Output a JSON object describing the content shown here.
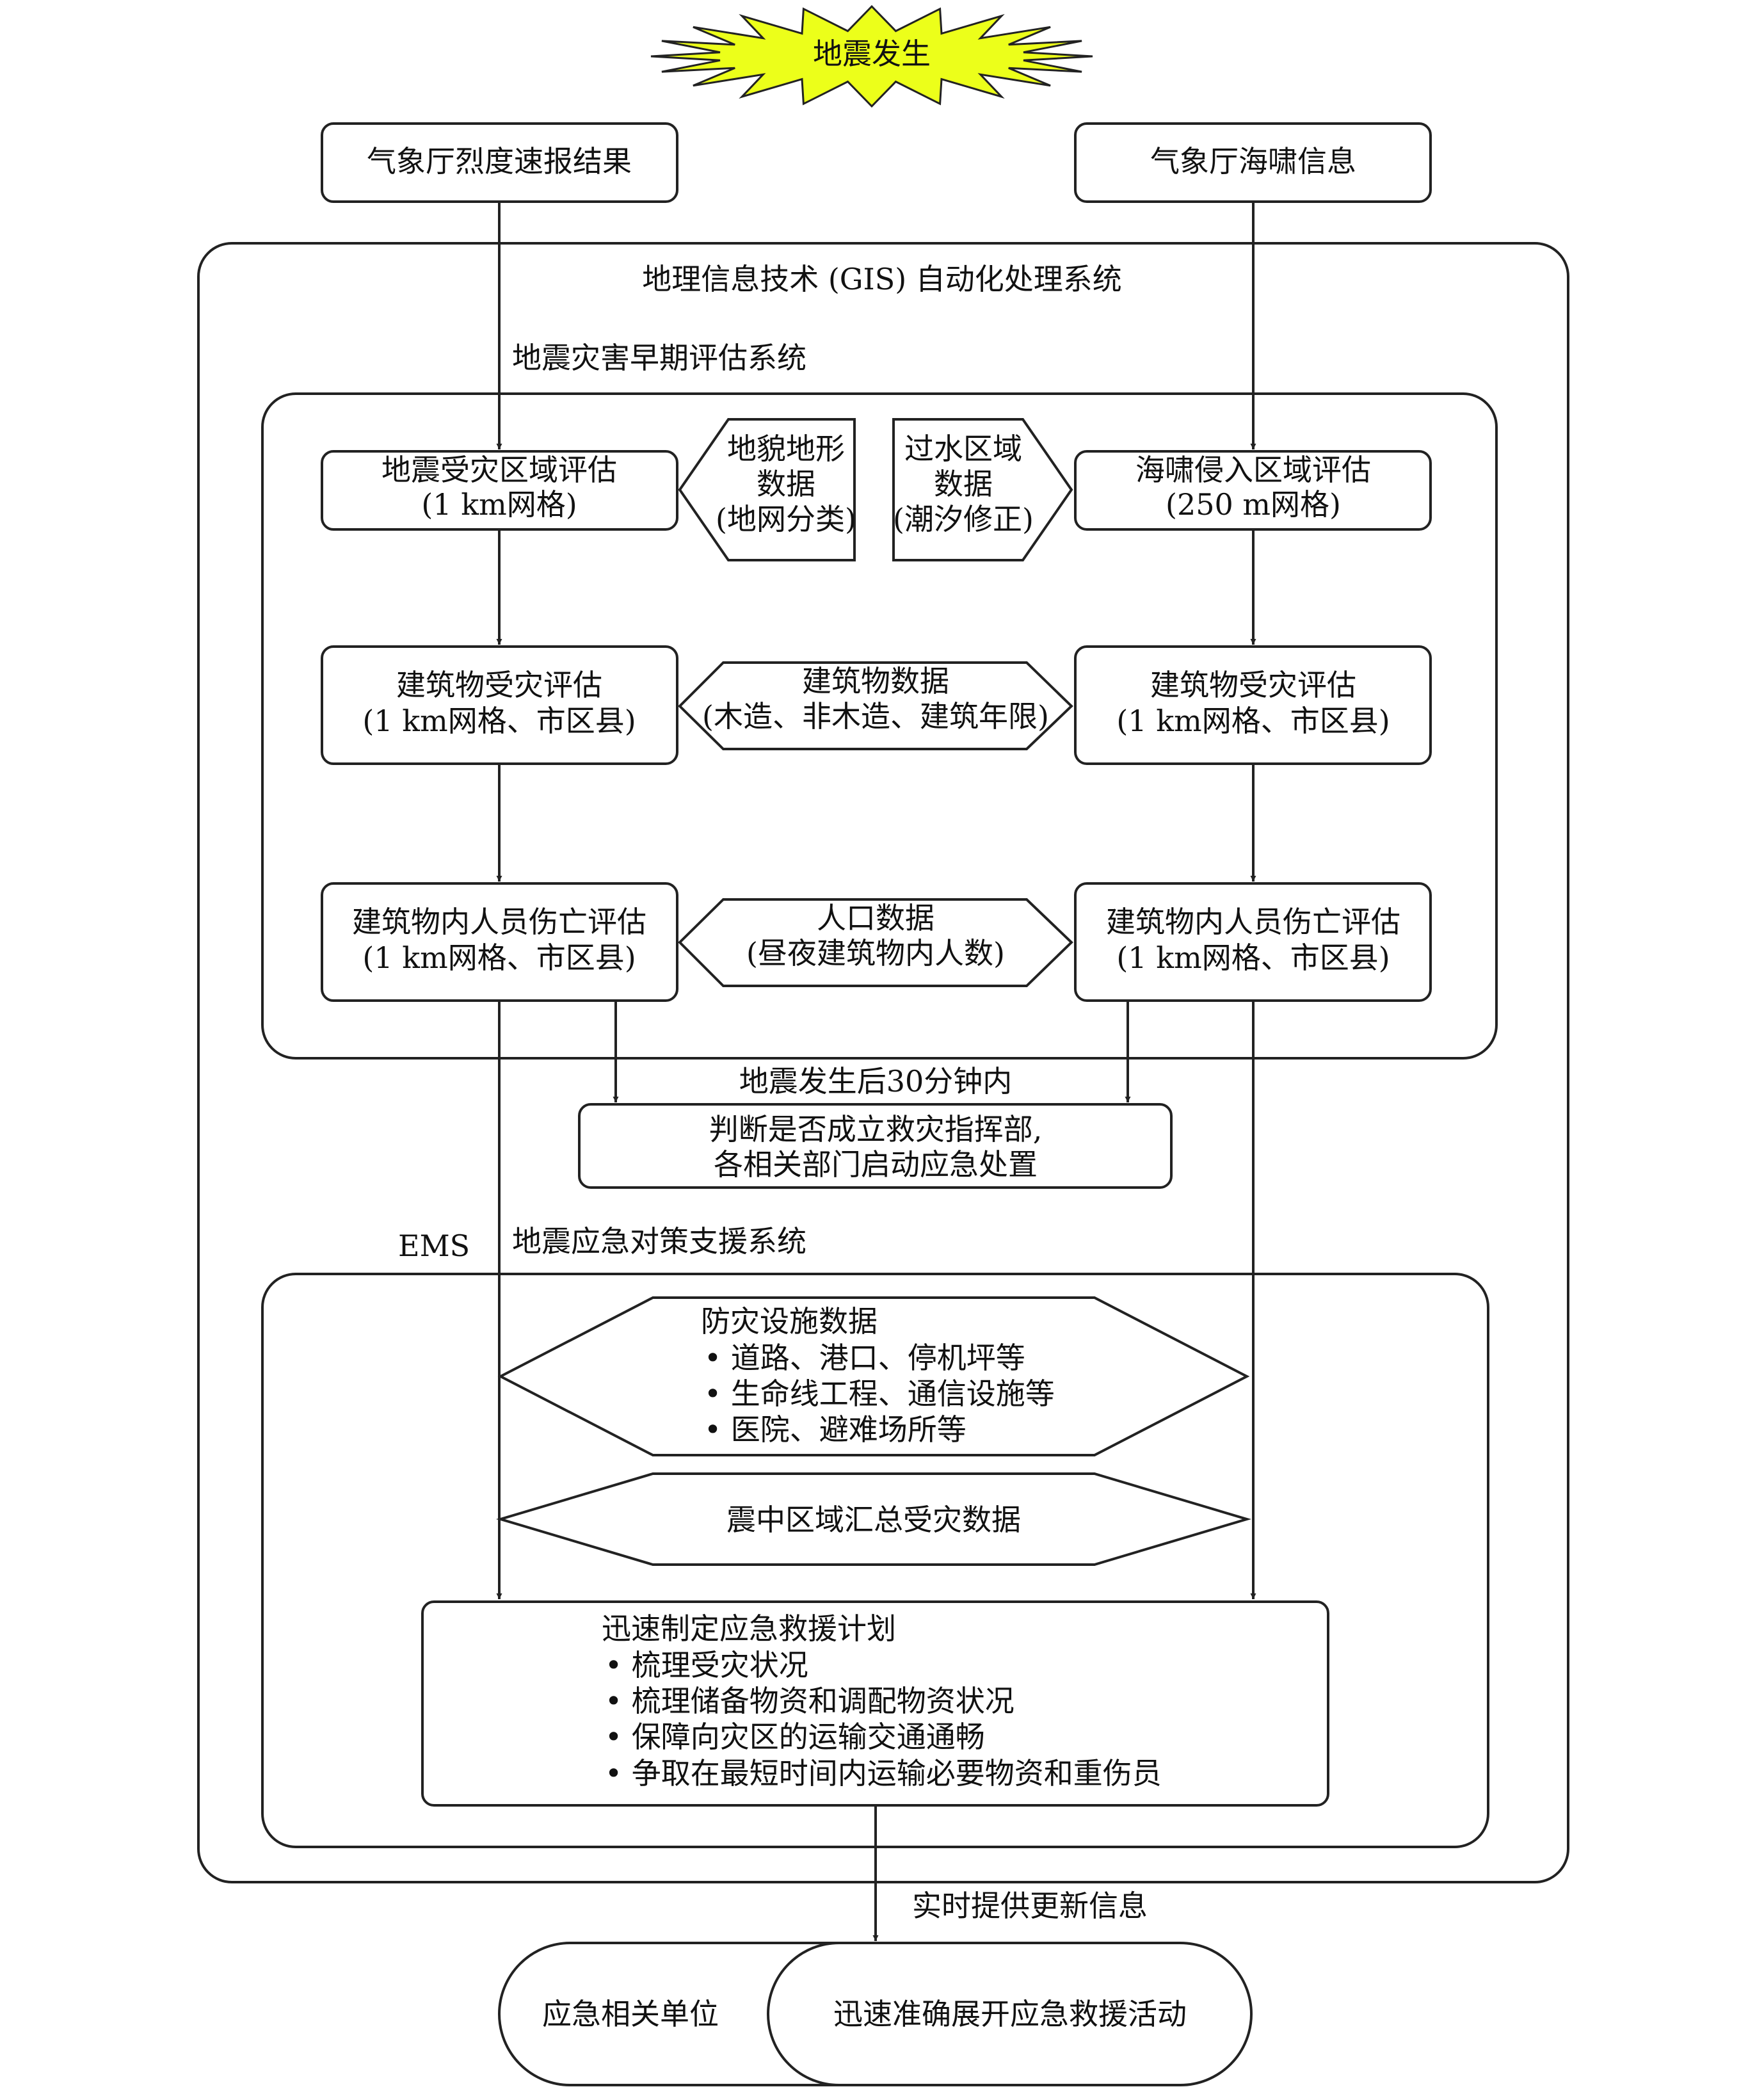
{
  "start_label": "地震发生",
  "colors": {
    "burst_fill": "#ecff1a",
    "stroke": "#222222",
    "text": "#111111"
  },
  "sources": {
    "intensity": "气象厅烈度速报结果",
    "tsunami": "气象厅海啸信息"
  },
  "gis_system": "地理信息技术 (GIS) 自动化处理系统",
  "early_system": "地震灾害早期评估系统",
  "left_column": {
    "area_eval": [
      "地震受灾区域评估",
      "(1 km网格)"
    ],
    "building_eval": [
      "建筑物受灾评估",
      "(1 km网格、市区县)"
    ],
    "casualty_eval": [
      "建筑物内人员伤亡评估",
      "(1 km网格、市区县)"
    ]
  },
  "right_column": {
    "area_eval": [
      "海啸侵入区域评估",
      "(250 m网格)"
    ],
    "building_eval": [
      "建筑物受灾评估",
      "(1 km网格、市区县)"
    ],
    "casualty_eval": [
      "建筑物内人员伤亡评估",
      "(1 km网格、市区县)"
    ]
  },
  "data_inputs": {
    "terrain": [
      "地貌地形",
      "数据",
      "(地网分类)"
    ],
    "flood": [
      "过水区域",
      "数据",
      "(潮汐修正)"
    ],
    "building": [
      "建筑物数据",
      "(木造、非木造、建筑年限)"
    ],
    "population": [
      "人口数据",
      "(昼夜建筑物内人数)"
    ]
  },
  "time_note": "地震发生后30分钟内",
  "decision": [
    "判断是否成立救灾指挥部,",
    "各相关部门启动应急处置"
  ],
  "ems_label": "EMS",
  "ems_system": "地震应急对策支援系统",
  "facility_data": {
    "title": "防灾设施数据",
    "items": [
      "• 道路、港口、停机坪等",
      "• 生命线工程、通信设施等",
      "• 医院、避难场所等"
    ]
  },
  "damage_summary": "震中区域汇总受灾数据",
  "rescue_plan": {
    "title": "迅速制定应急救援计划",
    "items": [
      "• 梳理受灾状况",
      "• 梳理储备物资和调配物资状况",
      "• 保障向灾区的运输交通通畅",
      "• 争取在最短时间内运输必要物资和重伤员"
    ]
  },
  "update_note": "实时提供更新信息",
  "end": {
    "units": "应急相关单位",
    "activity": "迅速准确展开应急救援活动"
  }
}
